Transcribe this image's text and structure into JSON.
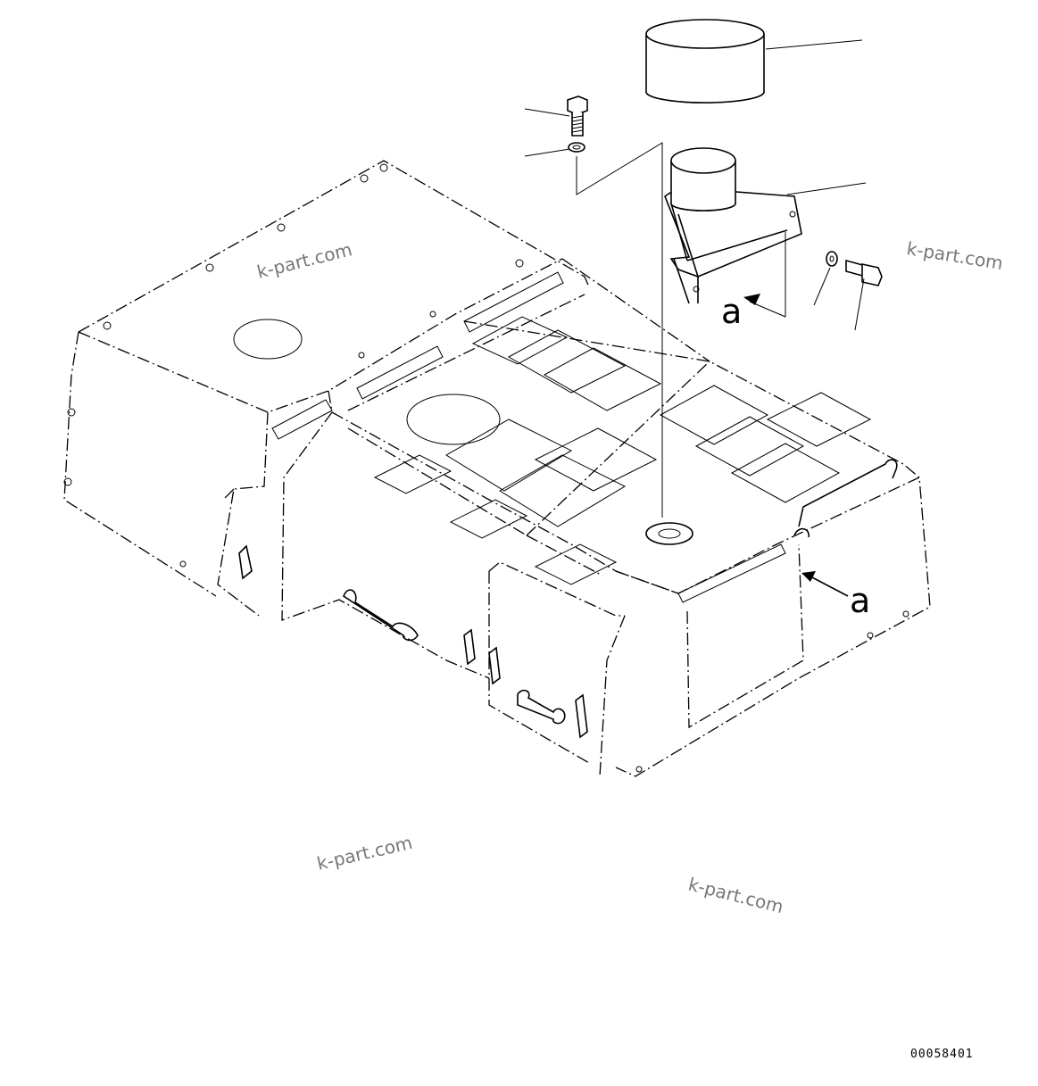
{
  "callouts": {
    "view_label_top": "a",
    "view_label_right": "a"
  },
  "watermarks": [
    "k-part.com",
    "k-part.com",
    "k-part.com",
    "k-part.com"
  ],
  "drawing_code": "00058401"
}
